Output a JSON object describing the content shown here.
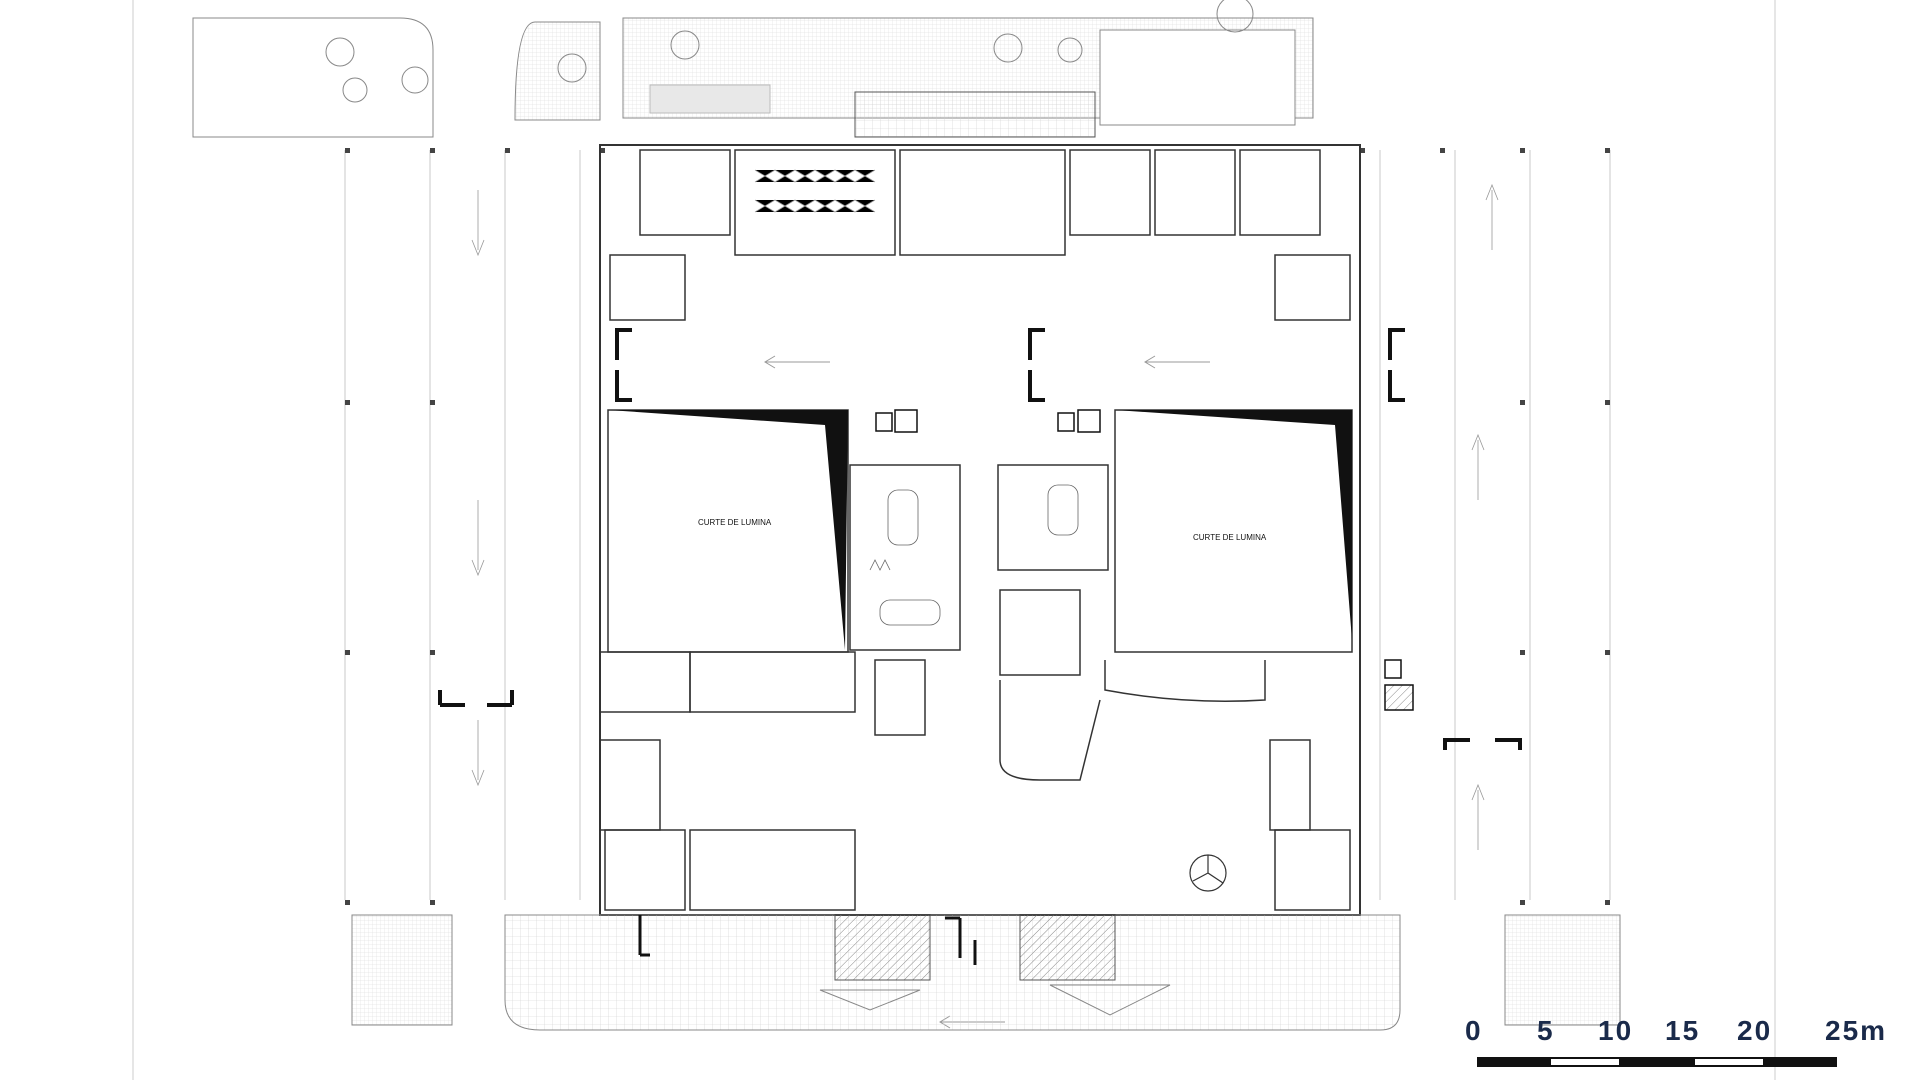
{
  "plan": {
    "courtyard_left_label": "CURTE DE LUMINA",
    "courtyard_right_label": "CURTE DE LUMINA"
  },
  "scale": {
    "labels": [
      "0",
      "5",
      "10",
      "15",
      "20",
      "25m"
    ]
  },
  "colors": {
    "line": "#555555",
    "dark": "#111111",
    "light_hatch": "#cccccc",
    "scale_text": "#1a2a4a"
  }
}
